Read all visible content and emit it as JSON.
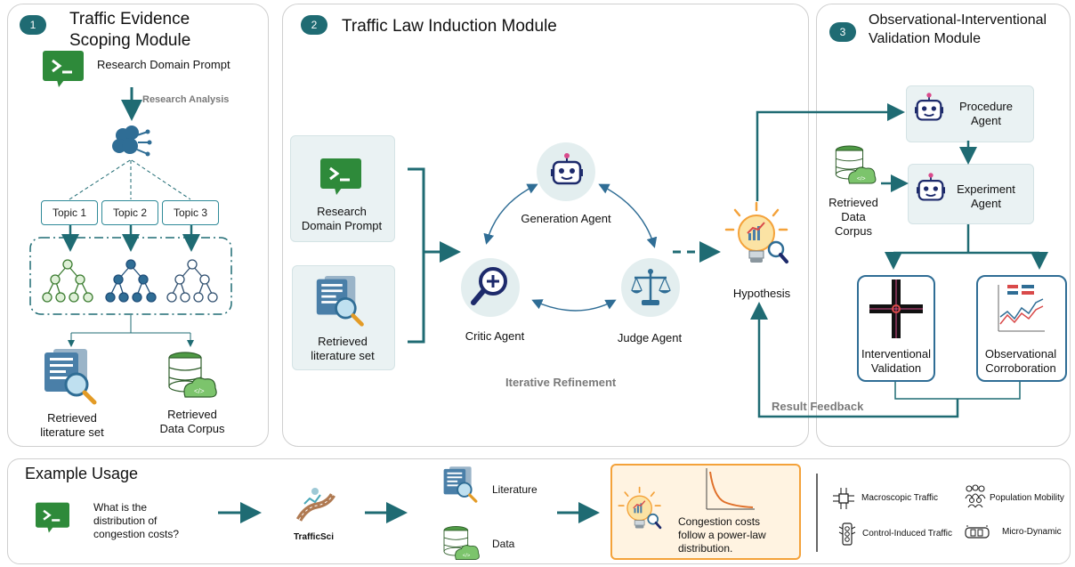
{
  "panel1": {
    "number": "1",
    "title_line1": "Traffic Evidence",
    "title_line2": "Scoping Module",
    "prompt_label": "Research Domain Prompt",
    "analysis_label": "Research Analysis",
    "topics": [
      "Topic 1",
      "Topic 2",
      "Topic 3"
    ],
    "lit_label_line1": "Retrieved",
    "lit_label_line2": "literature set",
    "data_label_line1": "Retrieved",
    "data_label_line2": "Data Corpus"
  },
  "panel2": {
    "number": "2",
    "title": "Traffic Law Induction Module",
    "prompt_line1": "Research",
    "prompt_line2": "Domain Prompt",
    "lit_line1": "Retrieved",
    "lit_line2": "literature set",
    "generation_agent": "Generation Agent",
    "critic_agent": "Critic Agent",
    "judge_agent": "Judge Agent",
    "iterative_label": "Iterative Refinement",
    "hypothesis": "Hypothesis"
  },
  "panel3": {
    "number": "3",
    "title_line1": "Observational-Interventional",
    "title_line2": "Validation Module",
    "procedure_line1": "Procedure",
    "procedure_line2": "Agent",
    "experiment_line1": "Experiment",
    "experiment_line2": "Agent",
    "corpus_line1": "Retrieved",
    "corpus_line2": "Data",
    "corpus_line3": "Corpus",
    "interventional_line1": "Interventional",
    "interventional_line2": "Validation",
    "observational_line1": "Observational",
    "observational_line2": "Corroboration",
    "feedback": "Result Feedback"
  },
  "example": {
    "title": "Example Usage",
    "question_line1": "What is the",
    "question_line2": "distribution of",
    "question_line3": "congestion costs?",
    "logo_label": "TrafficSci",
    "literature": "Literature",
    "data": "Data",
    "answer_line1": "Congestion costs",
    "answer_line2": "follow a power-law",
    "answer_line3": "distribution.",
    "legend": {
      "macroscopic": "Macroscopic Traffic",
      "population": "Population Mobility",
      "control": "Control-Induced Traffic",
      "micro": "Micro-Dynamic"
    }
  },
  "colors": {
    "teal": "#1f6b73",
    "green": "#2e8a3a",
    "blue": "#2f6d95",
    "orange": "#f4a23a"
  },
  "icons": [
    "terminal-icon",
    "brain-icon",
    "tree-icon",
    "document-search-icon",
    "database-icon",
    "robot-icon",
    "magnifier-plus-icon",
    "scale-icon",
    "lightbulb-chart-icon",
    "intersection-icon",
    "line-chart-icon",
    "road-logo-icon",
    "circuit-icon",
    "people-icon",
    "traffic-light-icon",
    "car-icon"
  ]
}
